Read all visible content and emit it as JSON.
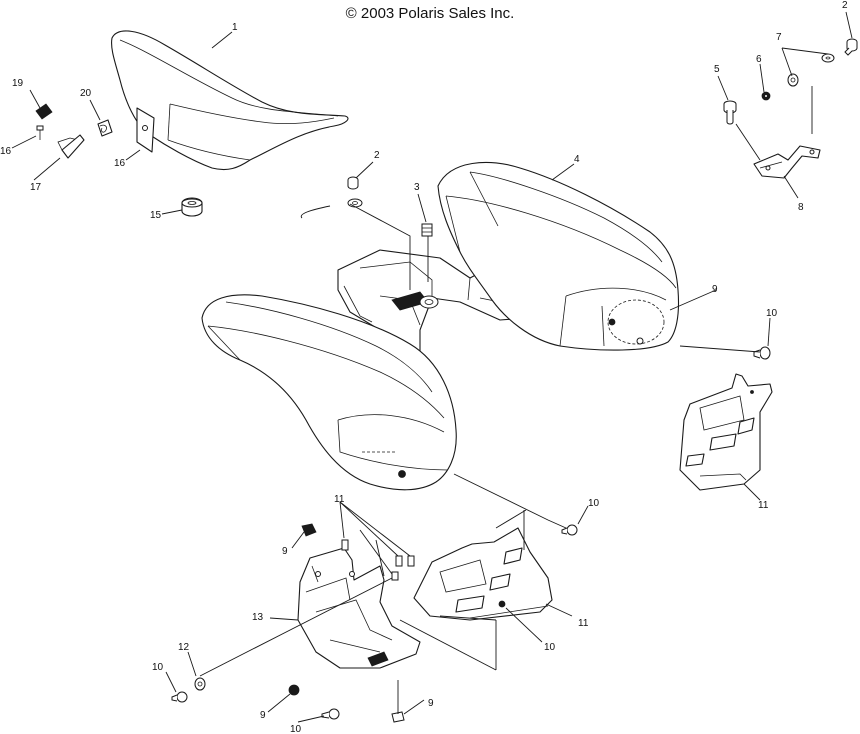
{
  "header": {
    "copyright": "© 2003 Polaris Sales Inc."
  },
  "callouts": {
    "c1": "1",
    "c2a": "2",
    "c2b": "2",
    "c3": "3",
    "c4": "4",
    "c5": "5",
    "c6": "6",
    "c7": "7",
    "c8": "8",
    "c9a": "9",
    "c9b": "9",
    "c9c": "9",
    "c9d": "9",
    "c10a": "10",
    "c10b": "10",
    "c10c": "10",
    "c10d": "10",
    "c10e": "10",
    "c11a": "11",
    "c11b": "11",
    "c11c": "11",
    "c12": "12",
    "c13": "13",
    "c15": "15",
    "c16a": "16",
    "c16b": "16",
    "c17": "17",
    "c19": "19",
    "c20": "20"
  }
}
